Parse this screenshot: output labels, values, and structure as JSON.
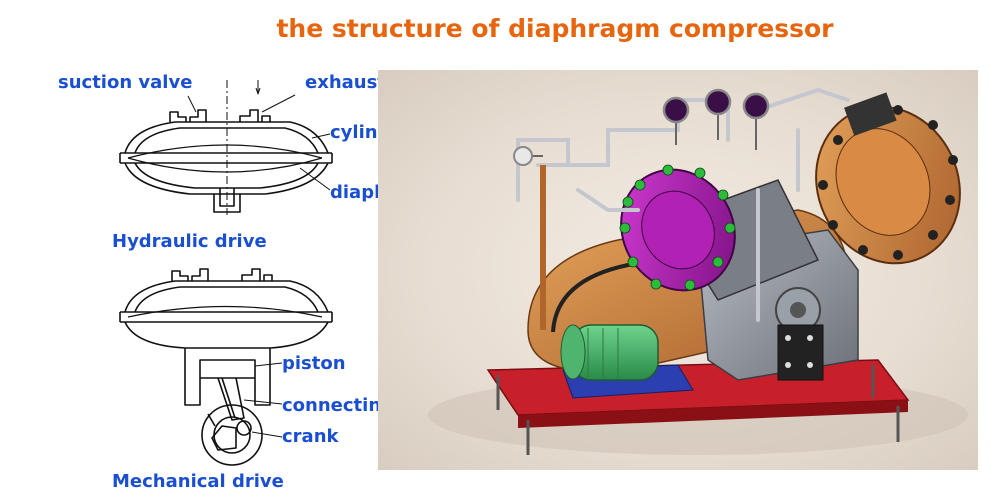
{
  "title": "the structure of  diaphragm compressor",
  "labels": {
    "suction_valve": "suction  valve",
    "exhaust_valve": "exhaust valve",
    "cylinder": "cylinder",
    "diaphragm": "diaphragm",
    "hydraulic_drive": "Hydraulic drive",
    "piston": "piston",
    "connecting_rod": "connecting rod",
    "crank": "crank",
    "mechanical_drive": "Mechanical drive"
  },
  "colors": {
    "title": "#e8650f",
    "label": "#1a4fd1",
    "cylinder_head": "#a51aa8",
    "body_plate": "#c87a3a",
    "frame": "#c8202a",
    "motor": "#3aa860",
    "casing": "#8a8e96"
  }
}
